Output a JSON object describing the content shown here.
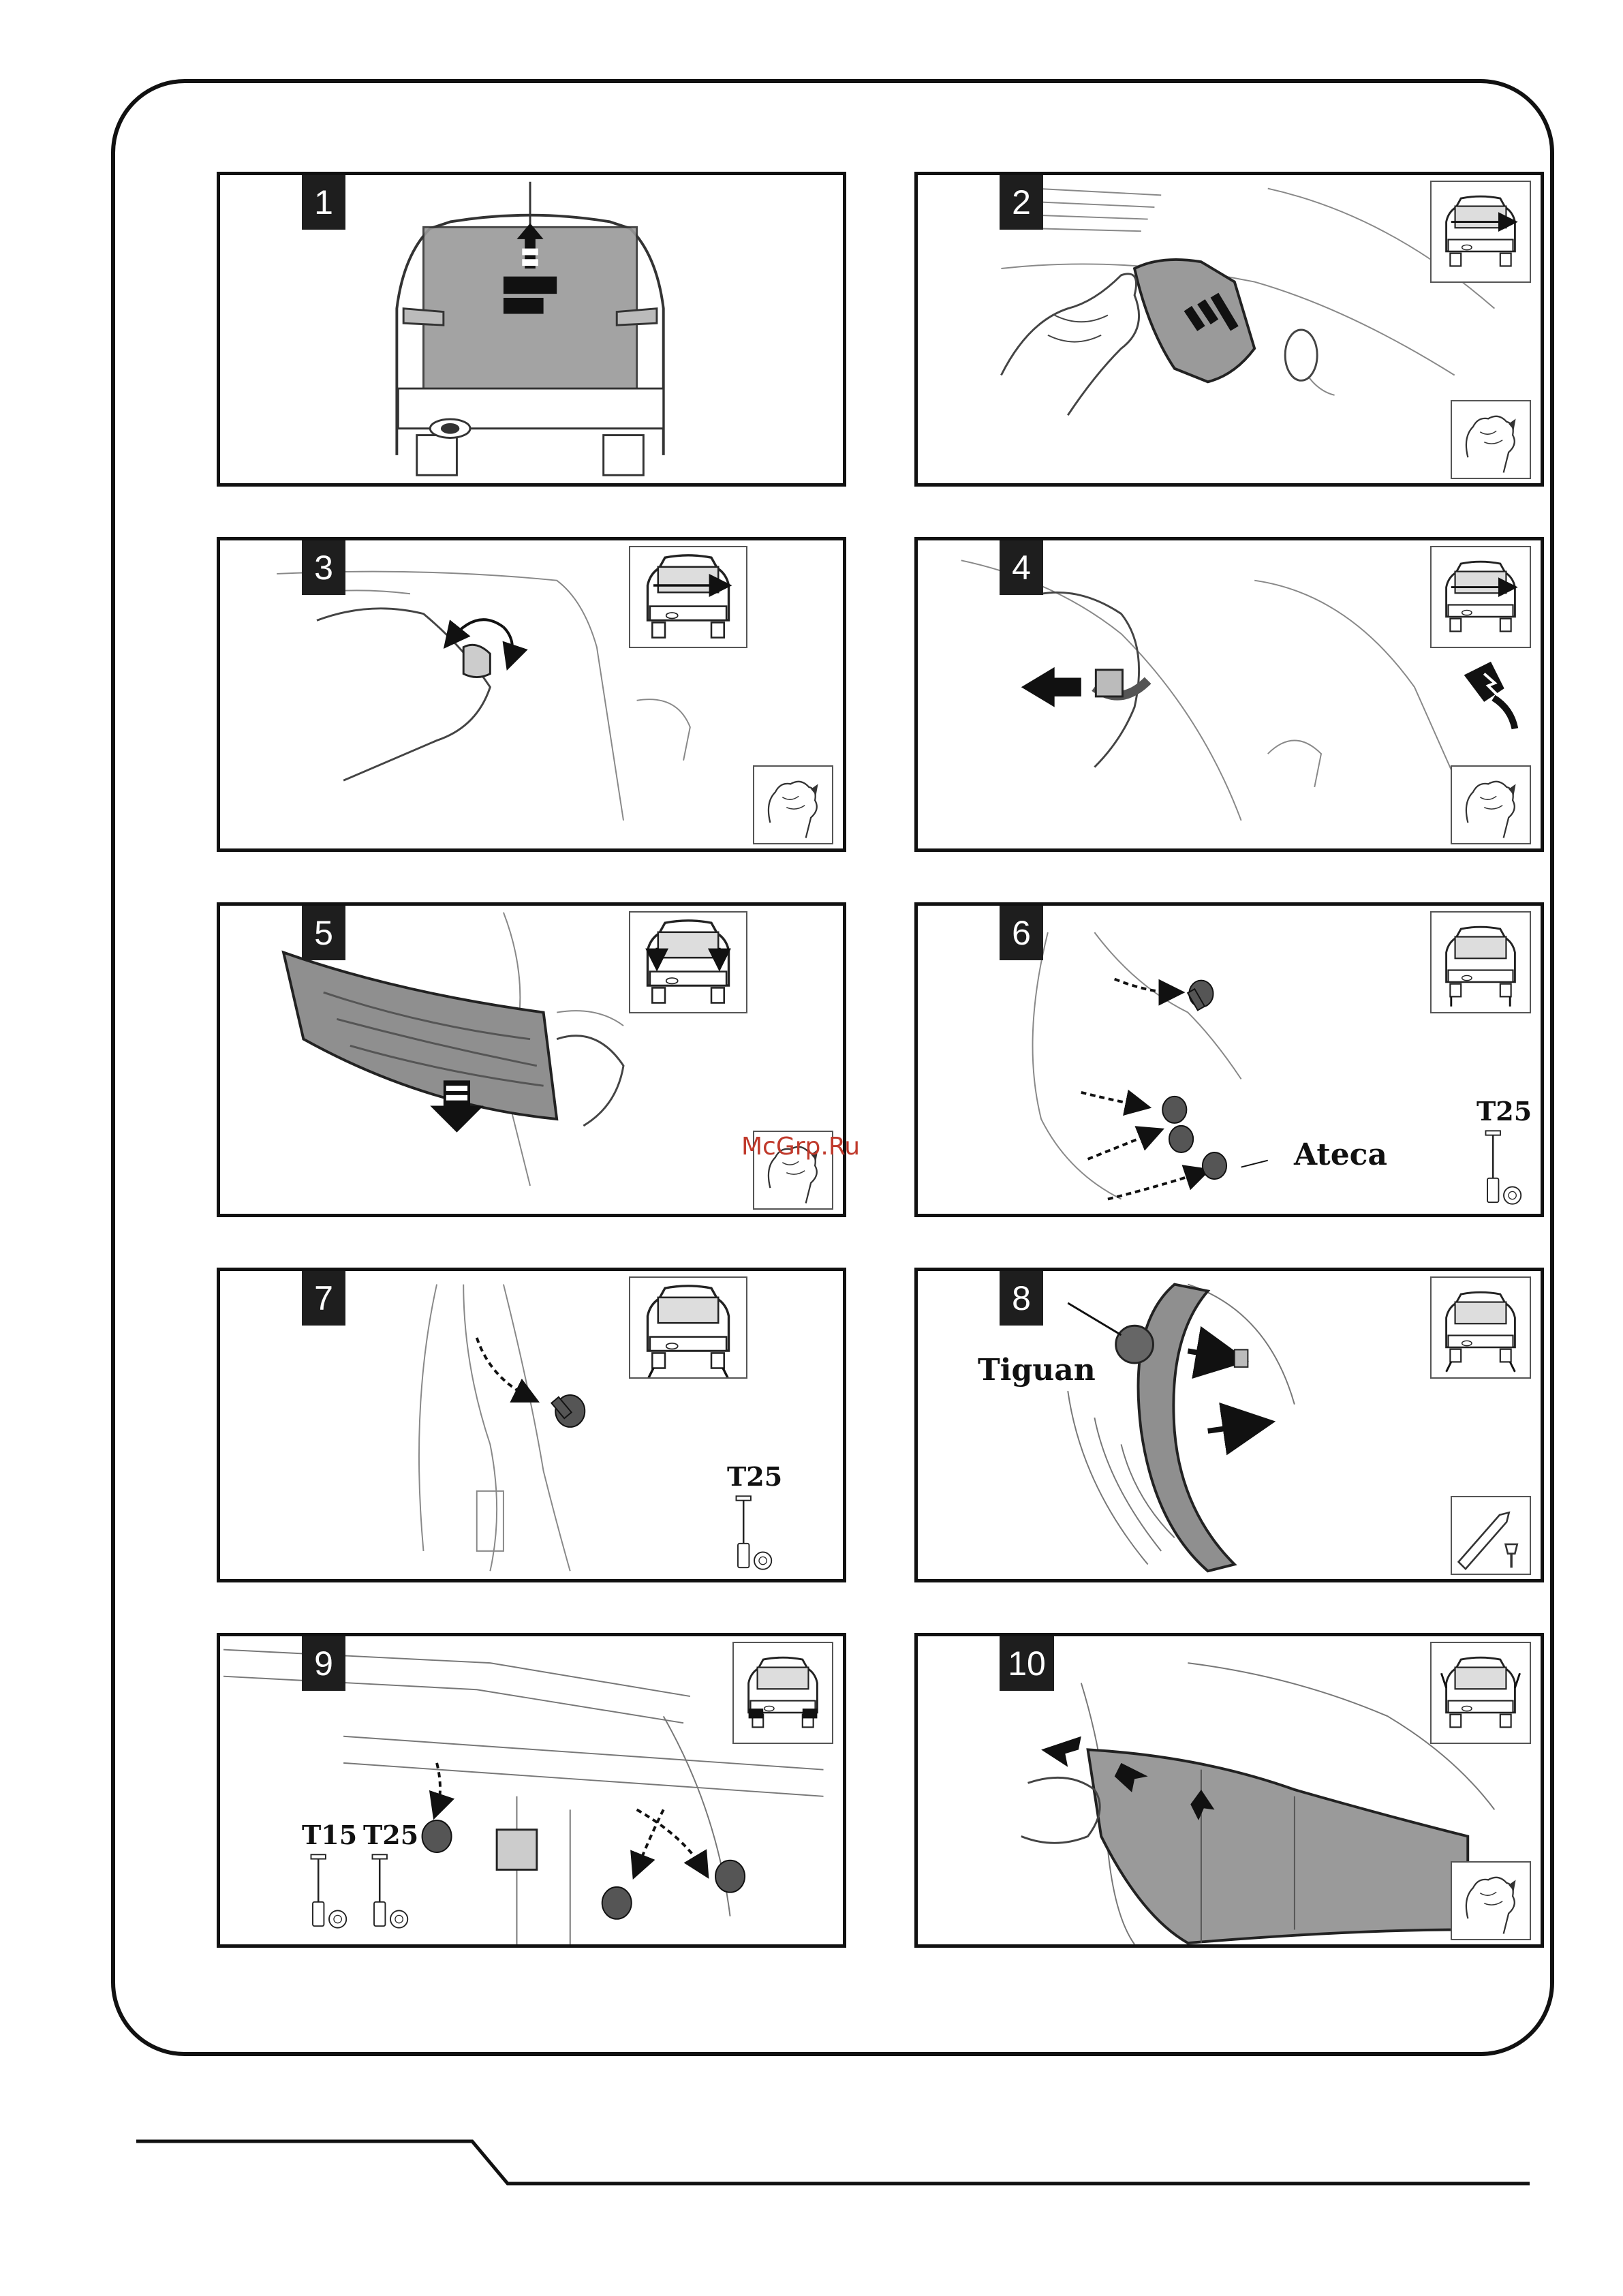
{
  "steps": [
    {
      "number": "1"
    },
    {
      "number": "2"
    },
    {
      "number": "3"
    },
    {
      "number": "4"
    },
    {
      "number": "5"
    },
    {
      "number": "6"
    },
    {
      "number": "7"
    },
    {
      "number": "8"
    },
    {
      "number": "9"
    },
    {
      "number": "10"
    }
  ],
  "tools": {
    "t25": "T25",
    "t15": "T15"
  },
  "vehicles": {
    "ateca": "Ateca",
    "tiguan": "Tiguan"
  },
  "watermark": "McGrp.Ru",
  "icons": {
    "car_rear": "car-rear-icon",
    "gloved_hand": "glove-hand-icon",
    "unplug": "unplug-connector-icon",
    "torx_key": "torx-key-icon",
    "trim_tool": "trim-removal-tool-icon"
  },
  "colors": {
    "line": "#111111",
    "fill_gray": "#9a9a9a",
    "badge_bg": "#1e1e1e",
    "watermark": "#c0392b"
  }
}
